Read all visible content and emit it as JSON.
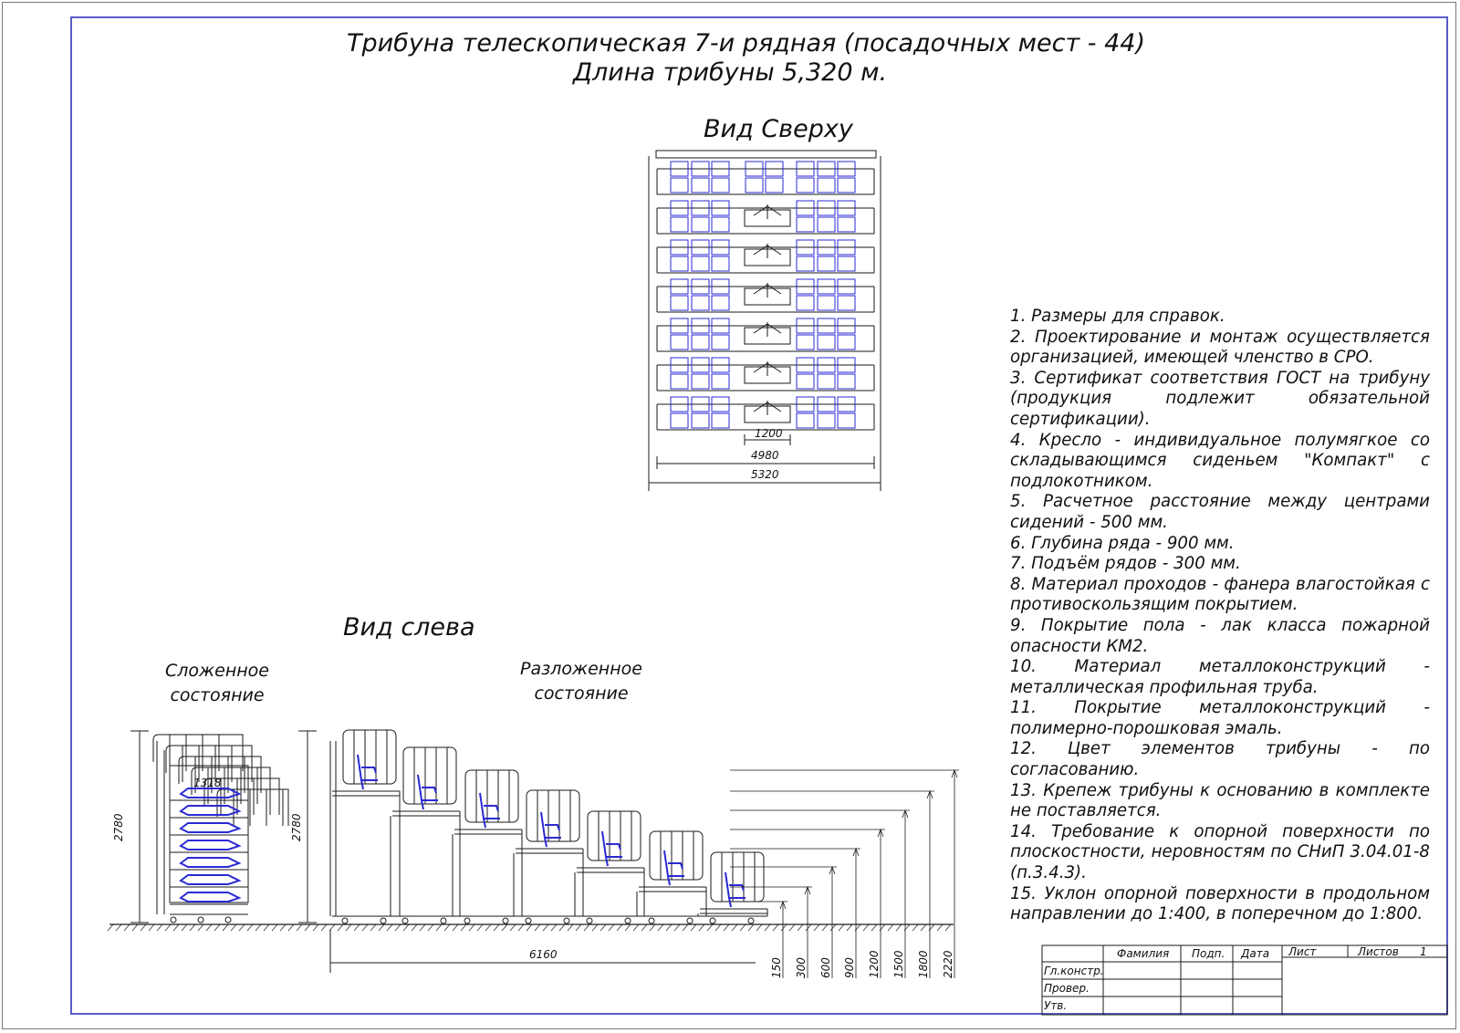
{
  "title": {
    "line1": "Трибуна телескопическая 7-и рядная (посадочных мест - 44)",
    "line2": "Длина трибуны 5,320 м."
  },
  "top_view": {
    "label": "Вид Сверху",
    "rows": 7,
    "dims": {
      "aisle": "1200",
      "inner": "4980",
      "outer": "5320"
    }
  },
  "side_view": {
    "label": "Вид слева",
    "folded_label_1": "Сложенное",
    "folded_label_2": "состояние",
    "unfolded_label_1": "Разложенное",
    "unfolded_label_2": "состояние",
    "height_folded": "2780",
    "height_unfolded": "2780",
    "width_folded": "1318",
    "length_unfolded": "6160",
    "level_dims": [
      "150",
      "300",
      "600",
      "900",
      "1200",
      "1500",
      "1800",
      "2220"
    ]
  },
  "notes": [
    "1. Размеры для справок.",
    "2. Проектирование и монтаж осуществляется организацией, имеющей членство в СРО.",
    "3. Сертификат соответствия ГОСТ на трибуну (продукция подлежит обязательной сертификации).",
    "4. Кресло - индивидуальное полумягкое со складывающимся сиденьем \"Компакт\" с подлокотником.",
    "5. Расчетное расстояние между центрами сидений - 500 мм.",
    "6. Глубина ряда - 900 мм.",
    "7. Подъём рядов - 300 мм.",
    "8. Материал проходов - фанера влагостойкая с противоскользящим покрытием.",
    "9. Покрытие пола - лак класса пожарной опасности КМ2.",
    "10. Материал металлоконструкций - металлическая профильная труба.",
    "11. Покрытие металлоконструкций - полимерно-порошковая эмаль.",
    "12. Цвет элементов трибуны - по согласованию.",
    "13. Крепеж трибуны к основанию в комплекте не поставляется.",
    "14. Требование к опорной поверхности по плоскостности, неровностям по СНиП 3.04.01-8 (п.3.4.3).",
    "15. Уклон опорной поверхности в продольном направлении до 1:400, в поперечном до 1:800."
  ],
  "title_block": {
    "col_surname": "Фамилия",
    "col_sign": "Подп.",
    "col_date": "Дата",
    "col_sheet": "Лист",
    "col_sheets": "Листов",
    "sheets_value": "1",
    "row_1": "Гл.констр.",
    "row_2": "Провер.",
    "row_3": "Утв."
  },
  "colors": {
    "line": "#1a1a1a",
    "frame": "#5b5bc8",
    "seat": "#2a2ad4"
  }
}
